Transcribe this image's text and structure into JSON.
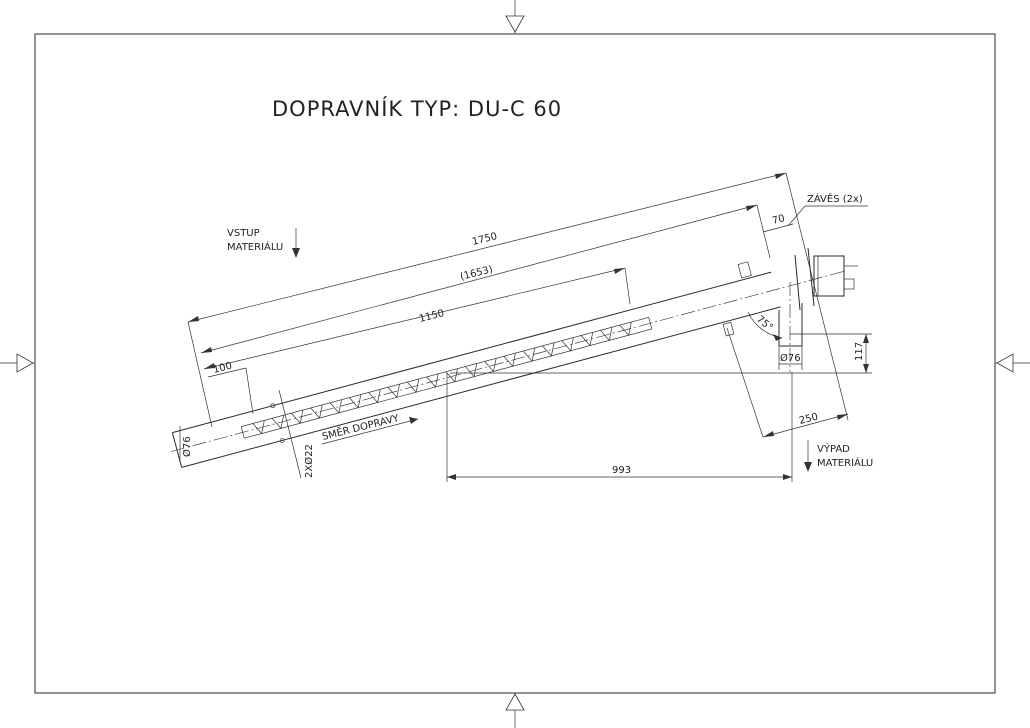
{
  "title": "DOPRAVNÍK TYP: DU-C 60",
  "labels": {
    "inlet": [
      "VSTUP",
      "MATERIÁLU"
    ],
    "outlet": [
      "VÝPAD",
      "MATERIÁLU"
    ],
    "direction": "SMĚR DOPRAVY",
    "hinge": "ZÁVĚS (2x)"
  },
  "dimensions": {
    "overall_length": "1750",
    "screw_length": "(1653)",
    "inlet_length": "1150",
    "offset_100": "100",
    "hinge_70": "70",
    "tube_dia": "Ø76",
    "outlet_dia": "Ø76",
    "holes": "2XØ22",
    "angle": "75°",
    "height_117": "117",
    "outlet_250": "250",
    "horizontal_993": "993"
  }
}
